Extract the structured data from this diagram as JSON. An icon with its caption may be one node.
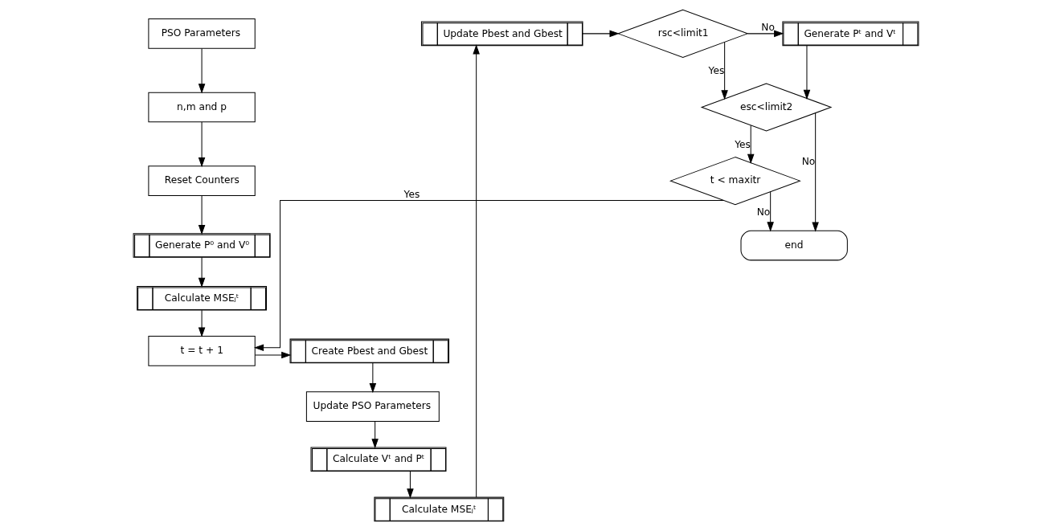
{
  "diagram": {
    "nodes": [
      {
        "text": [
          "PSO Parameters"
        ]
      },
      {
        "text": [
          "n,m and p"
        ]
      },
      {
        "text": [
          "Reset Counters"
        ]
      },
      {
        "text": [
          "Generate P⁰ and V⁰"
        ]
      },
      {
        "text": [
          "Calculate MSEⱼᵗ"
        ]
      },
      {
        "text": [
          "t = t + 1"
        ]
      },
      {
        "text": [
          "Create Pbest and Gbest"
        ]
      },
      {
        "text": [
          "Update PSO Parameters"
        ]
      },
      {
        "text": [
          "Calculate Vᵗ and Pᵗ"
        ]
      },
      {
        "text": [
          "Calculate MSEⱼᵗ"
        ]
      },
      {
        "text": [
          "Update Pbest and Gbest"
        ]
      },
      {
        "text": [
          "rsc<limit1"
        ]
      },
      {
        "text": [
          "Generate Pᵗ and Vᵗ"
        ]
      },
      {
        "text": [
          "esc<limit2"
        ]
      },
      {
        "text": [
          "t < maxitr"
        ]
      },
      {
        "text": [
          "end"
        ]
      }
    ],
    "edges": [
      {
        "from": 0,
        "to": 1,
        "arrow": "to"
      },
      {
        "from": 1,
        "to": 2,
        "arrow": "to"
      },
      {
        "from": 2,
        "to": 3,
        "arrow": "to"
      },
      {
        "from": 3,
        "to": 4,
        "arrow": "to"
      },
      {
        "from": 4,
        "to": 5,
        "arrow": "to"
      },
      {
        "from": 5,
        "to": 6,
        "arrow": "to"
      },
      {
        "from": 6,
        "to": 7,
        "arrow": "to"
      },
      {
        "from": 7,
        "to": 8,
        "arrow": "to"
      },
      {
        "from": 8,
        "to": 9,
        "arrow": "to"
      },
      {
        "from": 9,
        "to": 10,
        "arrow": "to"
      },
      {
        "from": 10,
        "to": 11,
        "arrow": "to"
      },
      {
        "from": 11,
        "to": 12,
        "label": "No",
        "arrow": "to"
      },
      {
        "from": 11,
        "to": 13,
        "label": "Yes",
        "arrow": "to"
      },
      {
        "from": 12,
        "to": 13,
        "arrow": "to"
      },
      {
        "from": 13,
        "to": 15,
        "label": "No",
        "arrow": "to"
      },
      {
        "from": 13,
        "to": 14,
        "label": "Yes",
        "arrow": "to"
      },
      {
        "from": 14,
        "to": 15,
        "label": "No",
        "arrow": "to"
      },
      {
        "from": 14,
        "to": 5,
        "label": "Yes",
        "arrow": "to"
      }
    ]
  }
}
